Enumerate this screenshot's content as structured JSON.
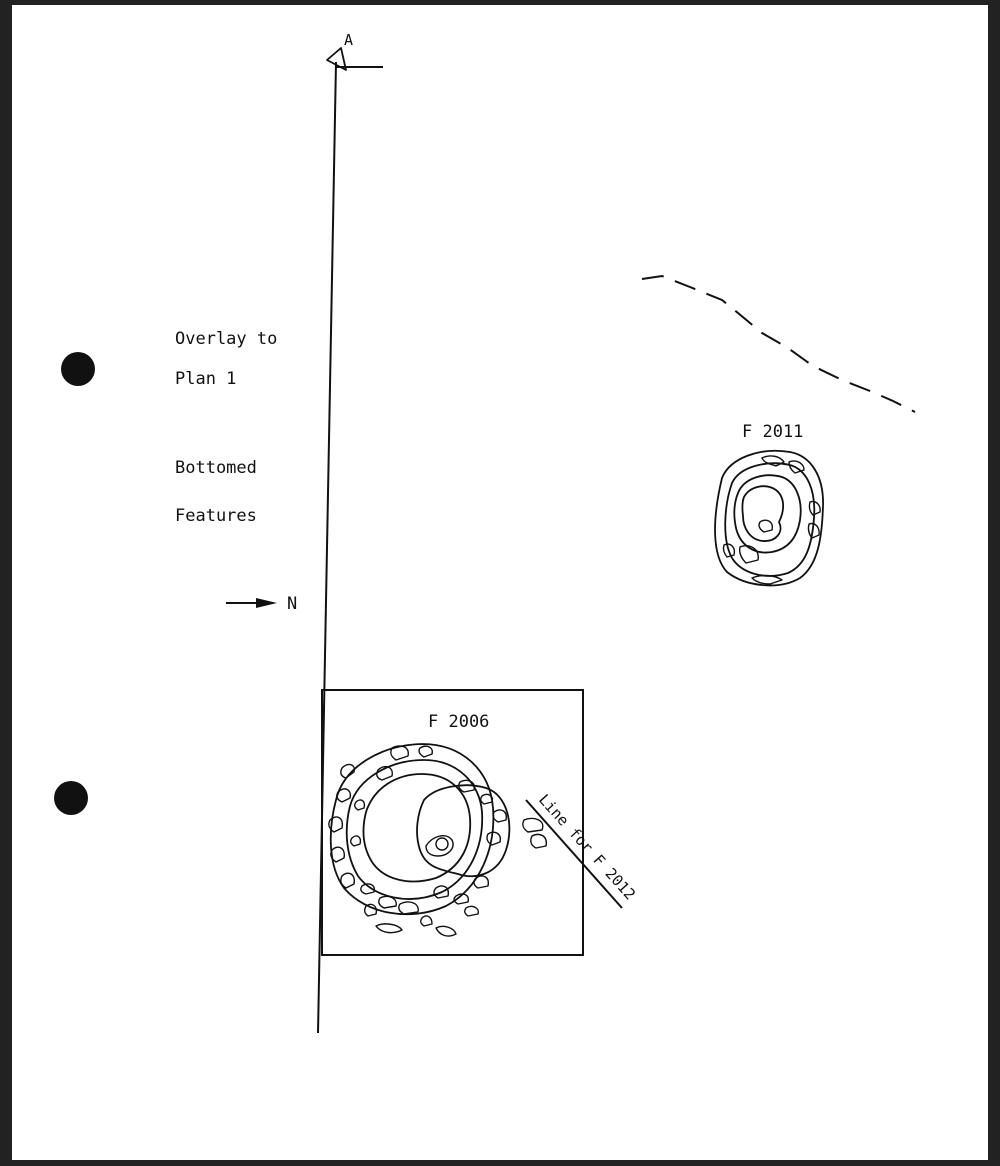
{
  "sheet": {
    "title_line1": "Overlay to",
    "title_line2": "Plan 1",
    "subtitle_line1": "Bottomed",
    "subtitle_line2": "Features"
  },
  "north_arrow": {
    "label": "N"
  },
  "datum": {
    "label": "A"
  },
  "features": [
    {
      "id": "f2006",
      "label": "F 2006"
    },
    {
      "id": "f2011",
      "label": "F 2011"
    }
  ],
  "annotations": {
    "line_label": "Line for F 2012"
  },
  "colors": {
    "ink": "#111111",
    "paper": "#ffffff",
    "frame": "#222222"
  }
}
